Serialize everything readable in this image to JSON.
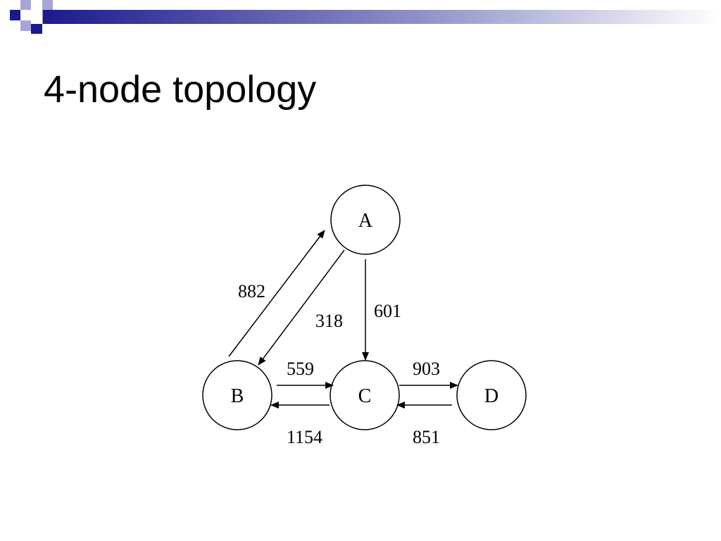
{
  "slide": {
    "title": "4-node topology"
  },
  "diagram": {
    "nodes": [
      {
        "id": "A",
        "label": "A"
      },
      {
        "id": "B",
        "label": "B"
      },
      {
        "id": "C",
        "label": "C"
      },
      {
        "id": "D",
        "label": "D"
      }
    ],
    "edges": [
      {
        "from": "B",
        "to": "A",
        "label": "882"
      },
      {
        "from": "A",
        "to": "B",
        "label": "318"
      },
      {
        "from": "A",
        "to": "C",
        "label": "601"
      },
      {
        "from": "B",
        "to": "C",
        "label": "559"
      },
      {
        "from": "C",
        "to": "B",
        "label": "1154"
      },
      {
        "from": "C",
        "to": "D",
        "label": "903"
      },
      {
        "from": "D",
        "to": "C",
        "label": "851"
      }
    ]
  },
  "colors": {
    "accent_dark": "#1a1a8c",
    "accent_light": "#a6a6d6"
  }
}
